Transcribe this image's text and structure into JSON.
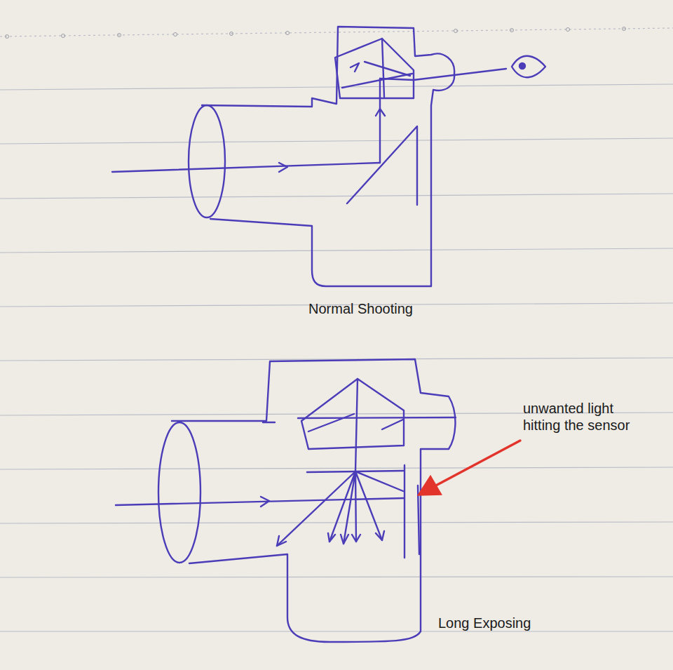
{
  "diagram": {
    "labels": [
      "Normal Shooting",
      "unwanted light hitting the sensor",
      "Long Exposing"
    ]
  }
}
